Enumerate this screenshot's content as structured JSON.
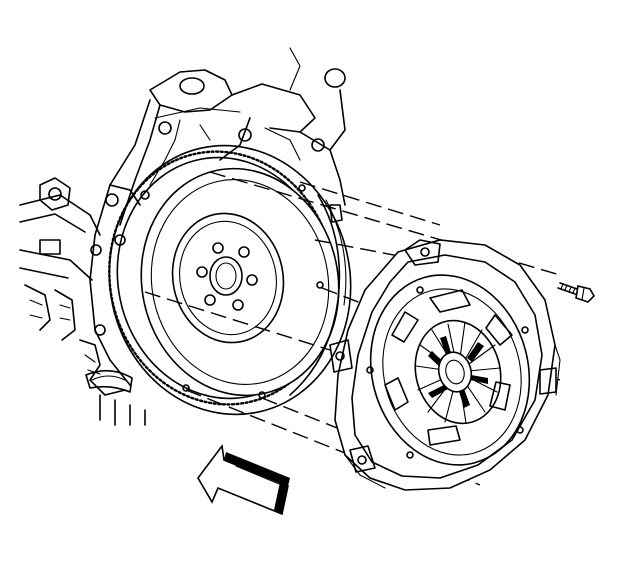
{
  "diagram": {
    "type": "exploded-view",
    "components": [
      "engine-block",
      "flywheel",
      "clutch-pressure-plate",
      "bolt"
    ],
    "colors": {
      "line": "#000000",
      "background": "#ffffff"
    },
    "icons": [
      "direction-arrow-icon"
    ]
  }
}
